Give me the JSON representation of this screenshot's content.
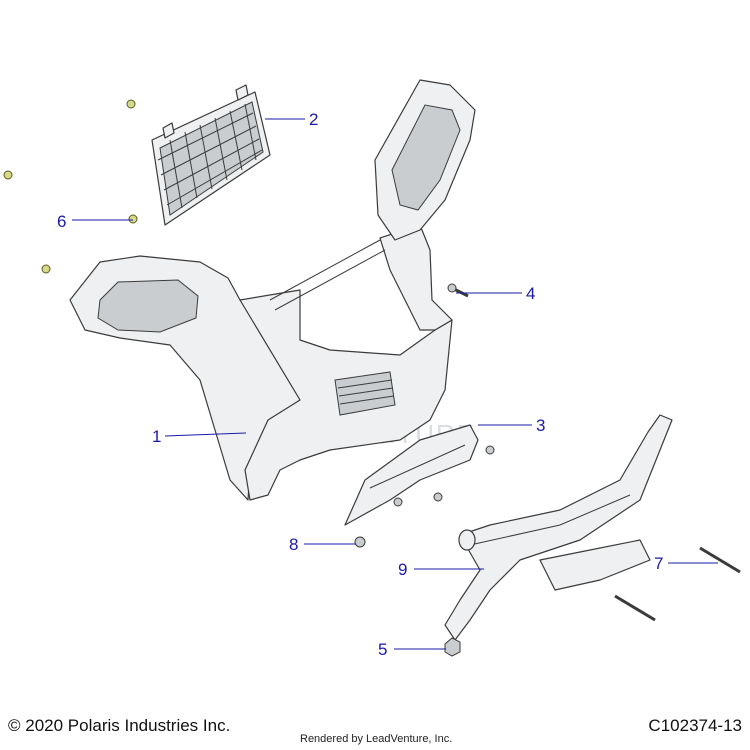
{
  "callouts": [
    {
      "id": "1",
      "label": "1"
    },
    {
      "id": "2",
      "label": "2"
    },
    {
      "id": "3",
      "label": "3"
    },
    {
      "id": "4",
      "label": "4"
    },
    {
      "id": "5",
      "label": "5"
    },
    {
      "id": "6",
      "label": "6"
    },
    {
      "id": "7",
      "label": "7"
    },
    {
      "id": "8",
      "label": "8"
    },
    {
      "id": "9",
      "label": "9"
    }
  ],
  "watermark": "LEADVENTURE",
  "footer": {
    "copyright": "© 2020 Polaris Industries Inc.",
    "rendered_by": "Rendered by LeadVenture, Inc.",
    "diagram_code": "C102374-13"
  },
  "colors": {
    "callout": "#1a1aa6",
    "part_fill": "#eef0f1",
    "nut_fill": "#d8d88a"
  }
}
